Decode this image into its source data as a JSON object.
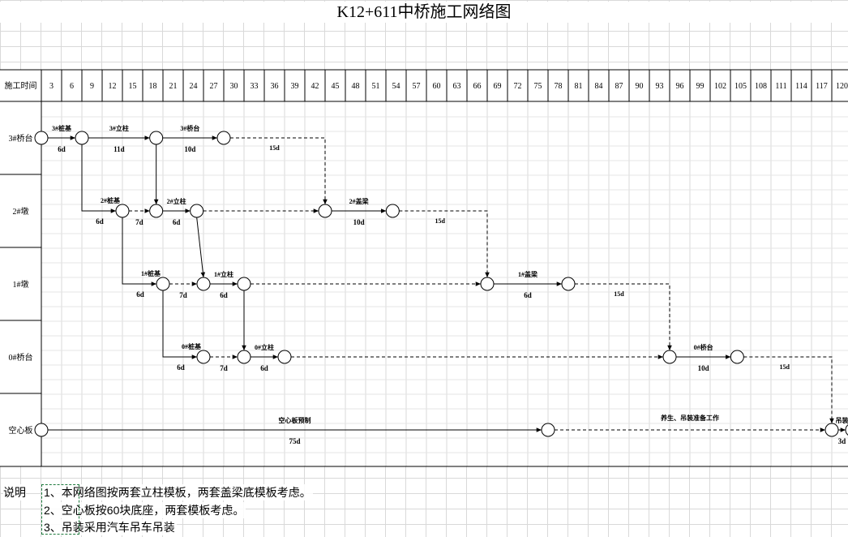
{
  "title": "K12+611中桥施工网络图",
  "header_label": "施工时间",
  "time_ticks": [
    "3",
    "6",
    "9",
    "12",
    "15",
    "18",
    "21",
    "24",
    "27",
    "30",
    "33",
    "36",
    "39",
    "42",
    "45",
    "48",
    "51",
    "54",
    "57",
    "60",
    "63",
    "66",
    "69",
    "72",
    "75",
    "78",
    "81",
    "84",
    "87",
    "90",
    "93",
    "96",
    "99",
    "102",
    "105",
    "108",
    "111",
    "114",
    "117",
    "120"
  ],
  "rows": [
    "3#桥台",
    "2#墩",
    "1#墩",
    "0#桥台",
    "空心板"
  ],
  "nodes": [
    {
      "id": "a0",
      "t": 0,
      "row": 0
    },
    {
      "id": "a1",
      "t": 6,
      "row": 0
    },
    {
      "id": "a2",
      "t": 17,
      "row": 0
    },
    {
      "id": "a3",
      "t": 27,
      "row": 0
    },
    {
      "id": "b1",
      "t": 12,
      "row": 1
    },
    {
      "id": "b2",
      "t": 17,
      "row": 1
    },
    {
      "id": "b3",
      "t": 23,
      "row": 1
    },
    {
      "id": "b4",
      "t": 42,
      "row": 1
    },
    {
      "id": "b5",
      "t": 52,
      "row": 1
    },
    {
      "id": "c1",
      "t": 18,
      "row": 2
    },
    {
      "id": "c2",
      "t": 24,
      "row": 2
    },
    {
      "id": "c3",
      "t": 30,
      "row": 2
    },
    {
      "id": "c4",
      "t": 66,
      "row": 2
    },
    {
      "id": "c5",
      "t": 78,
      "row": 2
    },
    {
      "id": "d1",
      "t": 24,
      "row": 3
    },
    {
      "id": "d2",
      "t": 30,
      "row": 3
    },
    {
      "id": "d3",
      "t": 36,
      "row": 3
    },
    {
      "id": "d4",
      "t": 93,
      "row": 3
    },
    {
      "id": "d5",
      "t": 103,
      "row": 3
    },
    {
      "id": "e0",
      "t": 0,
      "row": 4
    },
    {
      "id": "e1",
      "t": 75,
      "row": 4
    },
    {
      "id": "e2",
      "t": 117,
      "row": 4
    },
    {
      "id": "e3",
      "t": 120,
      "row": 4
    }
  ],
  "activities": [
    {
      "from": "a0",
      "to": "a1",
      "name": "3#桩基",
      "duration": "6d"
    },
    {
      "from": "a1",
      "to": "a2",
      "name": "3#立柱",
      "duration": "11d"
    },
    {
      "from": "a2",
      "to": "a3",
      "name": "3#桥台",
      "duration": "10d"
    },
    {
      "from": "a1",
      "to": "b1",
      "name": "2#桩基",
      "duration": "6d"
    },
    {
      "from": "b2",
      "to": "b3",
      "name": "2#立柱",
      "duration": "6d"
    },
    {
      "from": "b4",
      "to": "b5",
      "name": "2#盖梁",
      "duration": "10d"
    },
    {
      "from": "b1",
      "to": "c1",
      "name": "1#桩基",
      "duration": "6d"
    },
    {
      "from": "c2",
      "to": "c3",
      "name": "1#立柱",
      "duration": "6d"
    },
    {
      "from": "c4",
      "to": "c5",
      "name": "1#盖梁",
      "duration": "6d"
    },
    {
      "from": "c1",
      "to": "d1",
      "name": "0#桩基",
      "duration": "6d"
    },
    {
      "from": "d2",
      "to": "d3",
      "name": "0#立柱",
      "duration": "6d"
    },
    {
      "from": "d4",
      "to": "d5",
      "name": "0#桥台",
      "duration": "10d"
    },
    {
      "from": "e0",
      "to": "e1",
      "name": "空心板预制",
      "duration": "75d"
    },
    {
      "from": "e2",
      "to": "e3",
      "name": "吊装",
      "duration": "3d"
    }
  ],
  "waits": [
    {
      "from": "a3",
      "to": "b4",
      "label": "15d"
    },
    {
      "from": "b1",
      "to": "b2",
      "label": "7d"
    },
    {
      "from": "b3",
      "to": "b4",
      "label": ""
    },
    {
      "from": "b5",
      "to": "c4",
      "label": "15d"
    },
    {
      "from": "c1",
      "to": "c2",
      "label": "7d"
    },
    {
      "from": "c3",
      "to": "c4",
      "label": ""
    },
    {
      "from": "c5",
      "to": "d4",
      "label": "15d"
    },
    {
      "from": "d1",
      "to": "d2",
      "label": "7d"
    },
    {
      "from": "d3",
      "to": "d4",
      "label": ""
    },
    {
      "from": "d5",
      "to": "e2",
      "label": "15d"
    },
    {
      "from": "e1",
      "to": "e2",
      "label": "养生、吊装准备工作"
    }
  ],
  "constraints": [
    {
      "from": "a2",
      "to": "b2"
    },
    {
      "from": "b3",
      "to": "c2"
    },
    {
      "from": "c3",
      "to": "d2"
    }
  ],
  "notes_label": "说明",
  "notes": [
    "1、本网络图按两套立柱模板，两套盖梁底模板考虑。",
    "2、空心板按60块底座，两套模板考虑。",
    "3、吊装采用汽车吊车吊装"
  ]
}
